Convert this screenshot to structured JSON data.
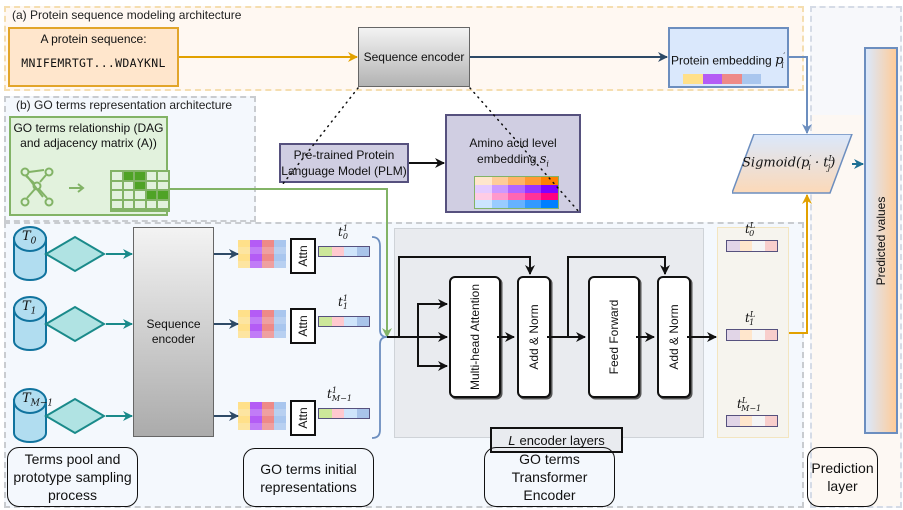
{
  "regions": {
    "a_title": "(a) Protein sequence modeling architecture",
    "b_title": "(b) GO terms representation architecture"
  },
  "protein_input": {
    "label": "A protein sequence:",
    "sequence": "MNIFEMRTGT...WDAYKNL"
  },
  "sequence_encoder_top": {
    "label": "Sequence encoder"
  },
  "protein_embedding": {
    "label": "Protein embedding",
    "symbol": "p",
    "symbol_sup": "′",
    "symbol_sub": "i",
    "bar_colors": [
      "#ffe08a",
      "#b45cf5",
      "#ee8a88",
      "#a9c6ee"
    ]
  },
  "go_relationship": {
    "label": "GO terms relationship (DAG and adjacency matrix (A))",
    "matrix_filled": [
      [
        0,
        1,
        1,
        0,
        0
      ],
      [
        0,
        0,
        1,
        0,
        0
      ],
      [
        0,
        0,
        0,
        1,
        1
      ],
      [
        0,
        0,
        0,
        0,
        0
      ],
      [
        0,
        0,
        0,
        0,
        0
      ]
    ],
    "colors": {
      "filled": "#4fa325",
      "empty": "#e2f2dd",
      "stroke": "#82b366"
    }
  },
  "plm": {
    "label": "Pre-trained Protein Language Model (PLM)"
  },
  "amino_acid_embedding": {
    "label": "Amino acid level embedding",
    "symbol": "s",
    "symbol_sub": "i",
    "heatmap_colors": [
      [
        "#ffe6cc",
        "#ffcc99",
        "#ffb366",
        "#ff9933",
        "#ff8000"
      ],
      [
        "#e5ccff",
        "#cc99ff",
        "#b266ff",
        "#9933ff",
        "#7f00ff"
      ],
      [
        "#ffcce5",
        "#ff99cc",
        "#ff66b2",
        "#ff3399",
        "#ff0080"
      ],
      [
        "#cce5ff",
        "#99ccff",
        "#66b2ff",
        "#3399ff",
        "#007fff"
      ]
    ]
  },
  "sigmoid": {
    "func": "Sigmoid",
    "p": "p",
    "p_sup": "′",
    "p_sub": "i",
    "t": "t",
    "t_sup": "L",
    "t_sub": "j"
  },
  "predicted_values": {
    "label": "Predicted values"
  },
  "terms": [
    {
      "name": "T",
      "sub": "0"
    },
    {
      "name": "T",
      "sub": "1"
    },
    {
      "name": "T",
      "sub": "M−1"
    }
  ],
  "sequence_encoder_bottom": {
    "label": "Sequence encoder"
  },
  "attn_label": "Attn",
  "initial_reps": [
    {
      "name": "t",
      "sup": "1",
      "sub": "0"
    },
    {
      "name": "t",
      "sup": "1",
      "sub": "1"
    },
    {
      "name": "t",
      "sup": "1",
      "sub": "M−1"
    }
  ],
  "initial_vec_colors": [
    "#cce79a",
    "#ffc9cf",
    "#cfe5fb",
    "#a9c4ea"
  ],
  "stack_colors": [
    "#ffe08a",
    "#b45cf5",
    "#ee8a88",
    "#a9c6ee"
  ],
  "encoder": {
    "blocks": [
      "Multi-head Attention",
      "Add & Norm",
      "Feed Forward",
      "Add & Norm"
    ],
    "layers_var": "L",
    "layers_label": "encoder layers"
  },
  "final_reps": [
    {
      "name": "t",
      "sup": "L",
      "sub": "0"
    },
    {
      "name": "t",
      "sup": "L",
      "sub": "1"
    },
    {
      "name": "t",
      "sup": "L",
      "sub": "M−1"
    }
  ],
  "final_vec_colors": [
    "#e1d5e7",
    "#ffe6cc",
    "#f5f5f5",
    "#f8cecc"
  ],
  "captions": {
    "terms_pool": "Terms pool and prototype sampling process",
    "initial": "GO terms initial representations",
    "transformer": "GO terms Transformer Encoder",
    "prediction": "Prediction layer"
  },
  "colors": {
    "orange_arrow": "#e2a100",
    "navy_arrow": "#2e4a67",
    "teal": "#1a8a8a",
    "teal_fill": "#b0e3e3",
    "blue_line": "#6c8ebf",
    "green_line": "#82b366"
  }
}
